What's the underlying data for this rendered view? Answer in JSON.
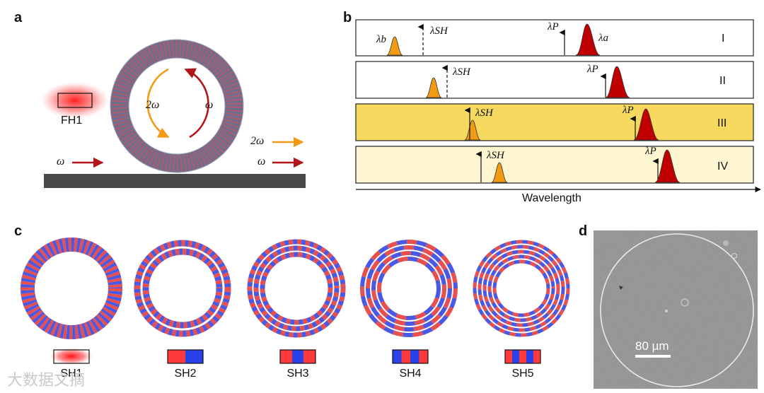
{
  "panels": {
    "a": "a",
    "b": "b",
    "c": "c",
    "d": "d"
  },
  "panel_a": {
    "fh_label": "FH1",
    "two_omega_ring": "2ω",
    "omega_ring": "ω",
    "input_omega": "ω",
    "out_two_omega": "2ω",
    "out_omega": "ω"
  },
  "panel_b": {
    "lambda_b": "λb",
    "lambda_a": "λa",
    "lambda_sh": "λSH",
    "lambda_p": "λP",
    "rows": [
      "I",
      "II",
      "III",
      "IV"
    ],
    "x_axis": "Wavelength",
    "colors": {
      "row3": "#f7d95f",
      "row4": "#fdf6d0",
      "pump": "#c00000",
      "sh": "#f29a12"
    }
  },
  "panel_c": {
    "modes": [
      "SH1",
      "SH2",
      "SH3",
      "SH4",
      "SH5"
    ]
  },
  "panel_d": {
    "scale_bar": "80 µm"
  },
  "watermark": "大数据文摘"
}
